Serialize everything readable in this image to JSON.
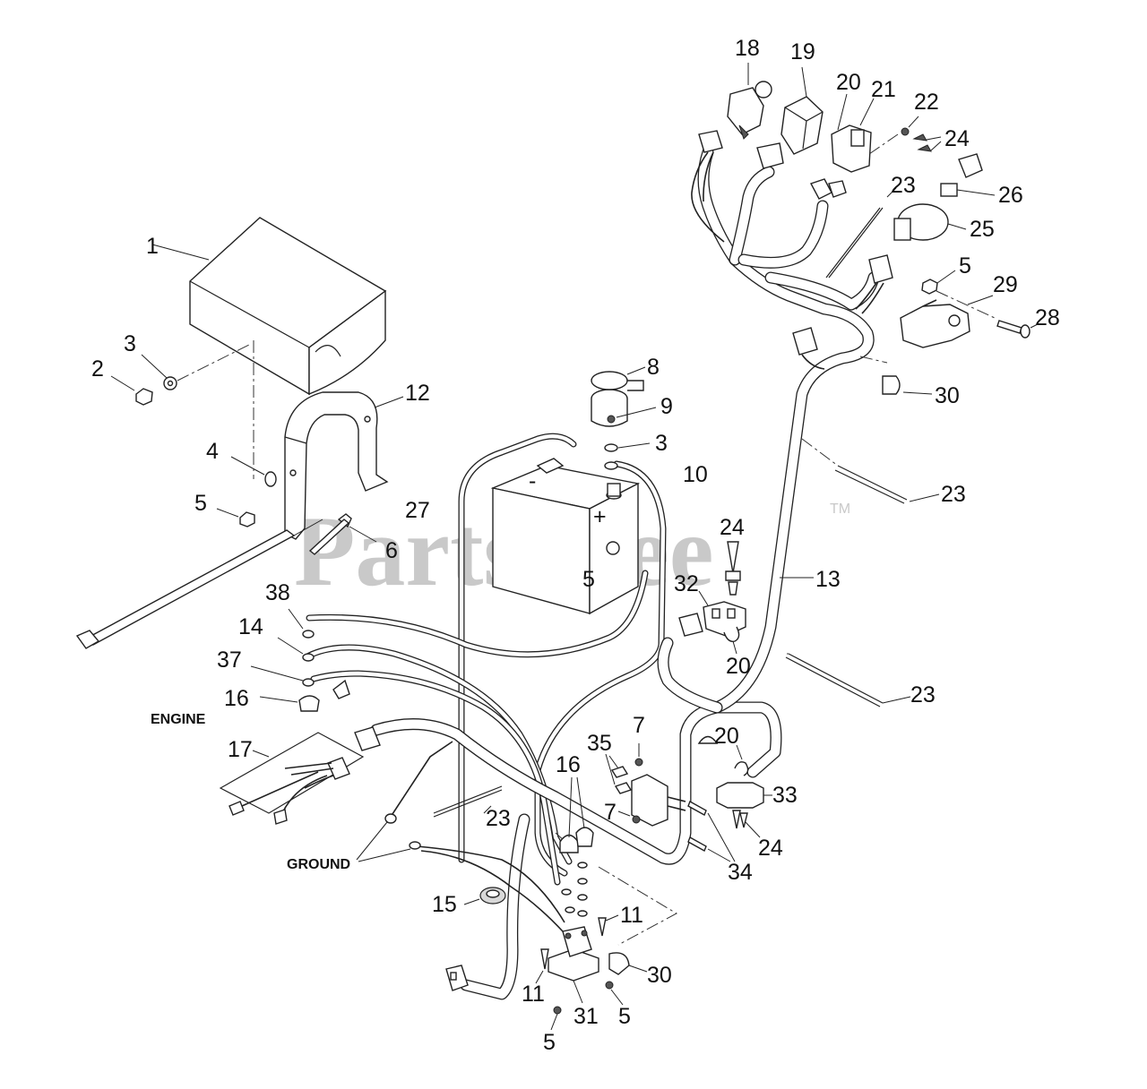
{
  "watermark": {
    "text": "PartsTree",
    "trademark": "TM"
  },
  "words": {
    "engine": "ENGINE",
    "ground": "GROUND"
  },
  "callouts": {
    "c1": "1",
    "c2": "2",
    "c3a": "3",
    "c3b": "3",
    "c4": "4",
    "c5a": "5",
    "c5b": "5",
    "c5c": "5",
    "c5d": "5",
    "c5e": "5",
    "c6": "6",
    "c7a": "7",
    "c7b": "7",
    "c8": "8",
    "c9": "9",
    "c10": "10",
    "c11a": "11",
    "c11b": "11",
    "c12": "12",
    "c13": "13",
    "c14": "14",
    "c15": "15",
    "c16a": "16",
    "c16b": "16",
    "c17": "17",
    "c18": "18",
    "c19": "19",
    "c20a": "20",
    "c20b": "20",
    "c20c": "20",
    "c21": "21",
    "c22": "22",
    "c23a": "23",
    "c23b": "23",
    "c23c": "23",
    "c23d": "23",
    "c24a": "24",
    "c24b": "24",
    "c24c": "24",
    "c25": "25",
    "c26": "26",
    "c27": "27",
    "c28": "28",
    "c29": "29",
    "c30a": "30",
    "c30b": "30",
    "c31": "31",
    "c32": "32",
    "c33": "33",
    "c34": "34",
    "c35": "35",
    "c37": "37",
    "c38": "38",
    "battery_minus": "-",
    "battery_plus": "+"
  }
}
